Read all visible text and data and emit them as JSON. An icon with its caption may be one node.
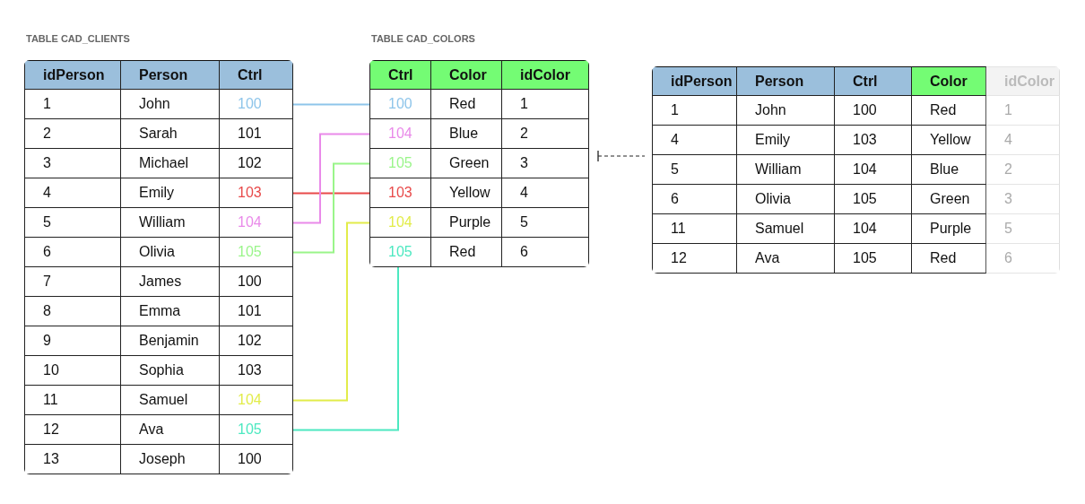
{
  "diagram": {
    "nodes": [
      {
        "text": [
          "TABLE CAD_CLIENTS"
        ]
      },
      {
        "text": [
          "idPerson",
          "Person",
          "Ctrl"
        ],
        "in": 0
      },
      {
        "text": [
          "1",
          "John",
          "100"
        ],
        "in": 0
      },
      {
        "text": [
          "2",
          "Sarah",
          "101"
        ],
        "in": 0
      },
      {
        "text": [
          "3",
          "Michael",
          "102"
        ],
        "in": 0
      },
      {
        "text": [
          "4",
          "Emily",
          "103"
        ],
        "in": 0
      },
      {
        "text": [
          "5",
          "William",
          "104"
        ],
        "in": 0
      },
      {
        "text": [
          "6",
          "Olivia",
          "105"
        ],
        "in": 0
      },
      {
        "text": [
          "7",
          "James",
          "100"
        ],
        "in": 0
      },
      {
        "text": [
          "8",
          "Emma",
          "101"
        ],
        "in": 0
      },
      {
        "text": [
          "9",
          "Benjamin",
          "102"
        ],
        "in": 0
      },
      {
        "text": [
          "10",
          "Sophia",
          "103"
        ],
        "in": 0
      },
      {
        "text": [
          "11",
          "Samuel",
          "104"
        ],
        "in": 0
      },
      {
        "text": [
          "12",
          "Ava",
          "105"
        ],
        "in": 0
      },
      {
        "text": [
          "13",
          "Joseph",
          "100"
        ],
        "in": 0
      },
      {
        "text": [
          "TABLE CAD_COLORS"
        ]
      },
      {
        "text": [
          "Ctrl",
          "Color",
          "idColor"
        ],
        "in": 15
      },
      {
        "text": [
          "100",
          "Red",
          "1"
        ],
        "in": 15
      },
      {
        "text": [
          "104",
          "Blue",
          "2"
        ],
        "in": 15
      },
      {
        "text": [
          "105",
          "Green",
          "3"
        ],
        "in": 15
      },
      {
        "text": [
          "103",
          "Yellow",
          "4"
        ],
        "in": 15
      },
      {
        "text": [
          "104",
          "Purple",
          "5"
        ],
        "in": 15
      },
      {
        "text": [
          "105",
          "Red",
          "6"
        ],
        "in": 15
      },
      {
        "text": [],
        "shape": "box"
      },
      {
        "text": [
          "idPerson",
          "Person",
          "Ctrl",
          "Color",
          "idColor"
        ],
        "in": 23
      },
      {
        "text": [
          "1",
          "John",
          "100",
          "Red",
          "1"
        ],
        "in": 23
      },
      {
        "text": [
          "4",
          "Emily",
          "103",
          "Yellow",
          "4"
        ],
        "in": 23
      },
      {
        "text": [
          "5",
          "William",
          "104",
          "Blue",
          "2"
        ],
        "in": 23
      },
      {
        "text": [
          "6",
          "Olivia",
          "105",
          "Green",
          "3"
        ],
        "in": 23
      },
      {
        "text": [
          "11",
          "Samuel",
          "104",
          "Purple",
          "5"
        ],
        "in": 23
      },
      {
        "text": [
          "12",
          "Ava",
          "105",
          "Red",
          "6"
        ],
        "in": 23
      }
    ],
    "edges": [
      {
        "from": 2,
        "to": 17,
        "arrow": "none",
        "color": "#8ec5ea"
      },
      {
        "from": 5,
        "to": 20,
        "arrow": "none",
        "color": "#e84a4a"
      },
      {
        "from": 6,
        "to": 18,
        "arrow": "none",
        "color": "#e98ae9"
      },
      {
        "from": 7,
        "to": 19,
        "arrow": "none",
        "color": "#9af58a"
      },
      {
        "from": 12,
        "to": 21,
        "arrow": "none",
        "color": "#e2ec4a"
      },
      {
        "from": 13,
        "to": 22,
        "arrow": "none",
        "color": "#4ce8c0"
      },
      {
        "from": 15,
        "to": 23,
        "arrow": "other",
        "style": "dashed",
        "color": "#222222"
      }
    ]
  }
}
